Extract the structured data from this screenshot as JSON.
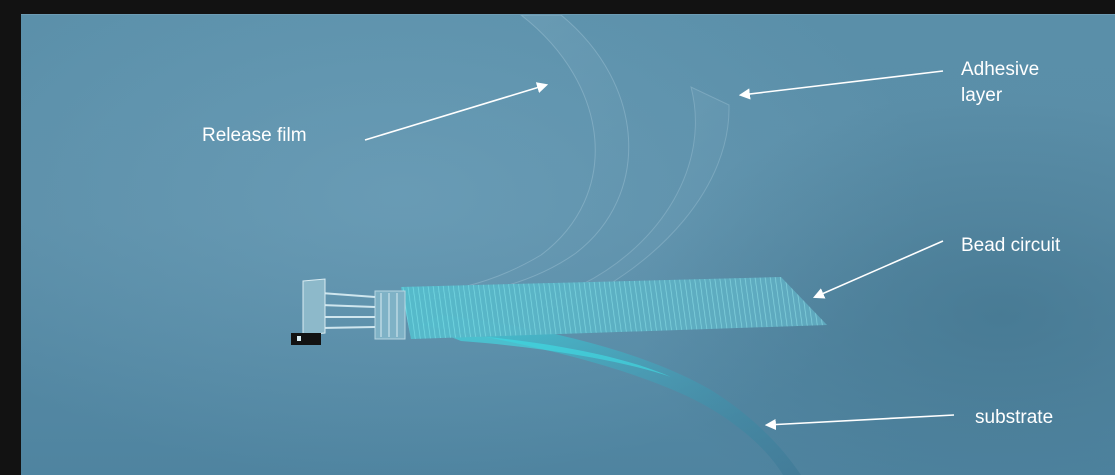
{
  "labels": {
    "release_film": "Release film",
    "adhesive_layer": "Adhesive\nlayer",
    "bead_circuit": "Bead circuit",
    "substrate": "substrate"
  },
  "colors": {
    "background_frame": "#121212",
    "scene_blue": "#5a8fa9",
    "circuit_cyan": "#3fd0dc",
    "arrow": "#ffffff"
  }
}
